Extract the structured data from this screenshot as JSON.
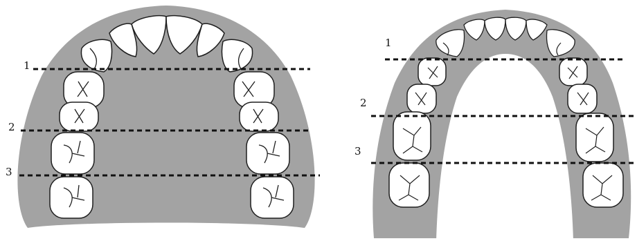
{
  "colors": {
    "palate": "#a3a3a3",
    "tooth_fill": "#ffffff",
    "outline": "#1e1e1e",
    "line": "#111111"
  },
  "diagrams": [
    {
      "name": "upper-arch-left",
      "lines": [
        {
          "label": "1"
        },
        {
          "label": "2"
        },
        {
          "label": "3"
        }
      ]
    },
    {
      "name": "upper-arch-right",
      "lines": [
        {
          "label": "1"
        },
        {
          "label": "2"
        },
        {
          "label": "3"
        }
      ]
    }
  ]
}
